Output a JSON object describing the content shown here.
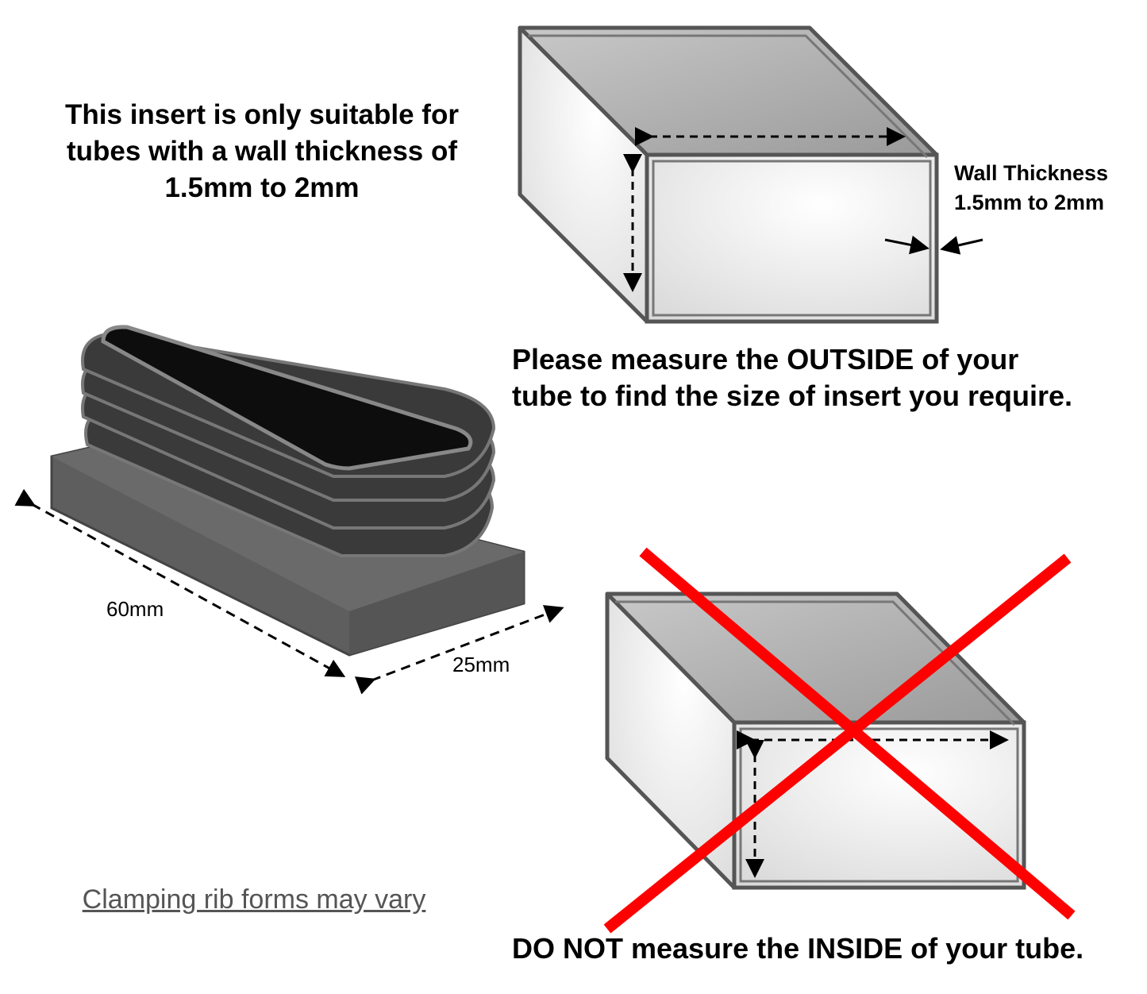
{
  "intro_text": {
    "line1": "This insert is only suitable for",
    "line2": "tubes with a wall thickness of",
    "line3": "1.5mm to 2mm"
  },
  "wall_label": {
    "line1": "Wall Thickness",
    "line2": "1.5mm to 2mm"
  },
  "outside_instruction": {
    "line1": "Please measure the OUTSIDE of your",
    "line2": "tube to find the size of insert you require."
  },
  "inside_warning": "DO NOT measure the INSIDE of your tube.",
  "dimensions": {
    "length": "60mm",
    "width": "25mm"
  },
  "note": "Clamping rib forms may vary",
  "colors": {
    "cross": "#ff0000",
    "tube_outline": "#555555",
    "insert": "#2a2a2a"
  }
}
